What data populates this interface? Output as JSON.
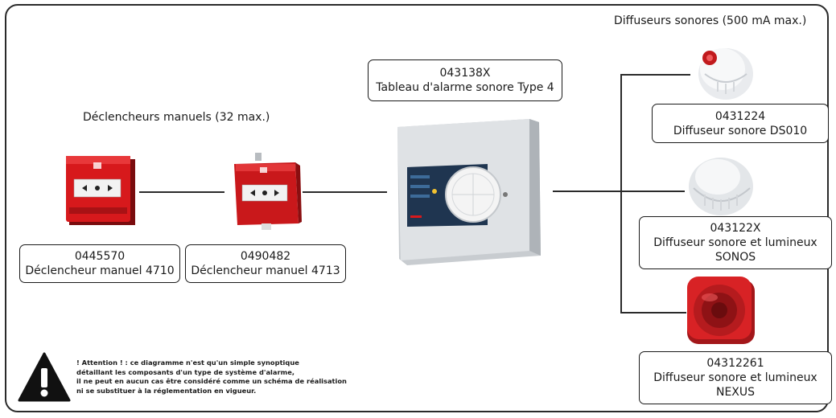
{
  "titles": {
    "manual": "Déclencheurs manuels (32 max.)",
    "sounders": "Diffuseurs sonores (500 mA max.)"
  },
  "panel": {
    "code": "043138X",
    "name": "Tableau d'alarme sonore Type 4"
  },
  "manual_call_points": [
    {
      "code": "0445570",
      "name": "Déclencheur manuel 4710"
    },
    {
      "code": "0490482",
      "name": "Déclencheur manuel 4713"
    }
  ],
  "sounders": [
    {
      "code": "0431224",
      "name": "Diffuseur sonore DS010",
      "name2": ""
    },
    {
      "code": "043122X",
      "name": "Diffuseur sonore et lumineux",
      "name2": "SONOS"
    },
    {
      "code": "04312261",
      "name": "Diffuseur sonore et lumineux",
      "name2": "NEXUS"
    }
  ],
  "warning": {
    "line1": "! Attention ! : ce diagramme n'est qu'un simple synoptique",
    "line2": "détaillant les composants d'un type de système d'alarme,",
    "line3": "il ne peut en aucun cas être considéré comme un schéma de réalisation",
    "line4": "ni se substituer à la réglementation en vigueur."
  },
  "colors": {
    "call_point_red": "#d7191c",
    "panel_grey": "#d9dcdf",
    "sounder_white": "#eceef0",
    "nexus_red": "#c81e1e"
  }
}
